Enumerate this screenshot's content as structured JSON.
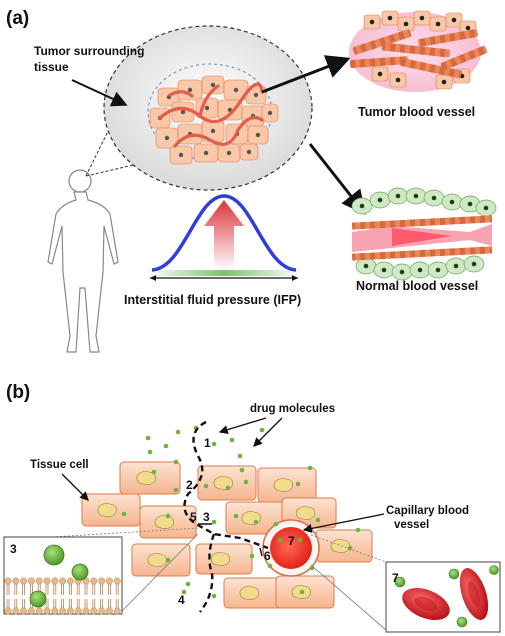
{
  "panel_a": {
    "tag": "(a)",
    "tumor_tissue_label_line1": "Tumor surrounding",
    "tumor_tissue_label_line2": "tissue",
    "tumor_vessel_label": "Tumor blood vessel",
    "normal_vessel_label": "Normal blood vessel",
    "ifp_label": "Interstitial fluid pressure (IFP)"
  },
  "panel_b": {
    "tag": "(b)",
    "drug_label": "drug molecules",
    "tissue_cell_label": "Tissue cell",
    "capillary_label_line1": "Capillary blood",
    "capillary_label_line2": "vessel",
    "steps": [
      "1",
      "2",
      "3",
      "4",
      "5",
      "6",
      "7"
    ],
    "inset_left_number": "3",
    "inset_right_number": "7"
  },
  "colors": {
    "cell_fill": "#f9c8a8",
    "cell_stroke": "#e07a4c",
    "nucleus": "#f2dc8c",
    "drug_green": "#6db33f",
    "vessel_red": "#e53030",
    "ifp_curve": "#2f3ddb",
    "ifp_arrow": "#d9343a"
  }
}
